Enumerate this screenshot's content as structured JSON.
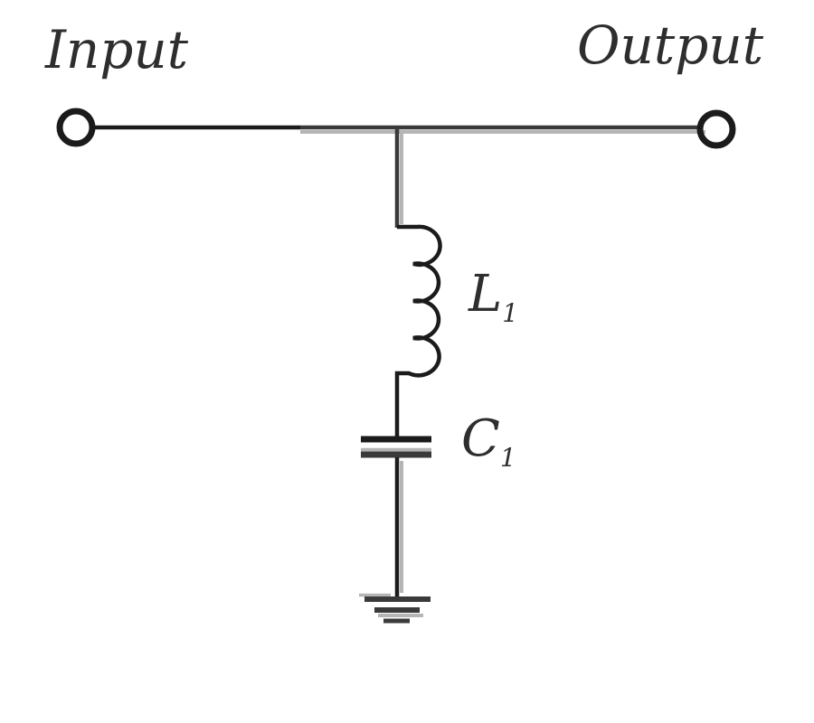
{
  "labels": {
    "input": "Input",
    "output": "Output",
    "inductor": {
      "base": "L",
      "sub": "1"
    },
    "capacitor": {
      "base": "C",
      "sub": "1"
    }
  },
  "colors": {
    "background": "#ffffff",
    "wire_black": "#1b1b1b",
    "wire_dark": "#3a3a3a",
    "wire_shadow": "#b5b5b5",
    "text": "#2e2e2e"
  }
}
